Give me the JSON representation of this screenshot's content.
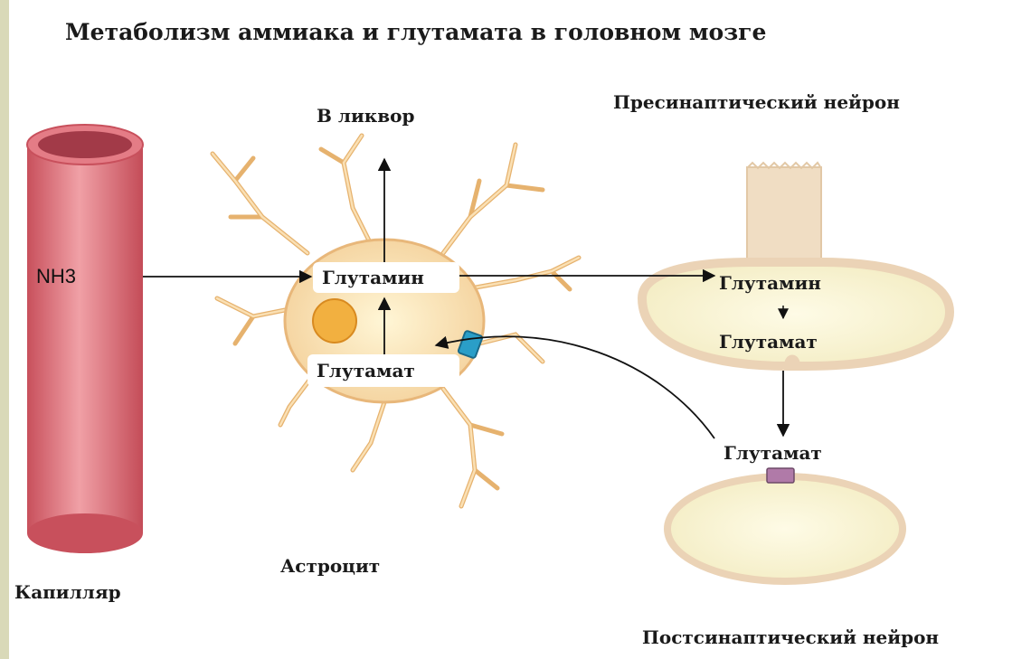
{
  "title": "Метаболизм аммиака и глутамата в головном мозге",
  "labels": {
    "csf": "В ликвор",
    "presynaptic": "Пресинаптический нейрон",
    "postsynaptic": "Постсинаптический нейрон",
    "capillary": "Капилляр",
    "astrocyte": "Астроцит",
    "nh3": "NH3",
    "astro_glutamine": "Глутамин",
    "astro_glutamate": "Глутамат",
    "pre_glutamine": "Глутамин",
    "pre_glutamate": "Глутамат",
    "cleft_glutamate": "Глутамат"
  },
  "colors": {
    "capillary": "#d86a74",
    "capillary_inner": "#a23a48",
    "astrocyte": "#f5dcb8",
    "astrocyte_edge": "#e8b77a",
    "neuron_fill": "#fbf6d8",
    "neuron_edge": "#ead8b8",
    "transporter": "#2a9ec8",
    "receptor": "#b07aa8",
    "nucleus": "#f2b040"
  }
}
